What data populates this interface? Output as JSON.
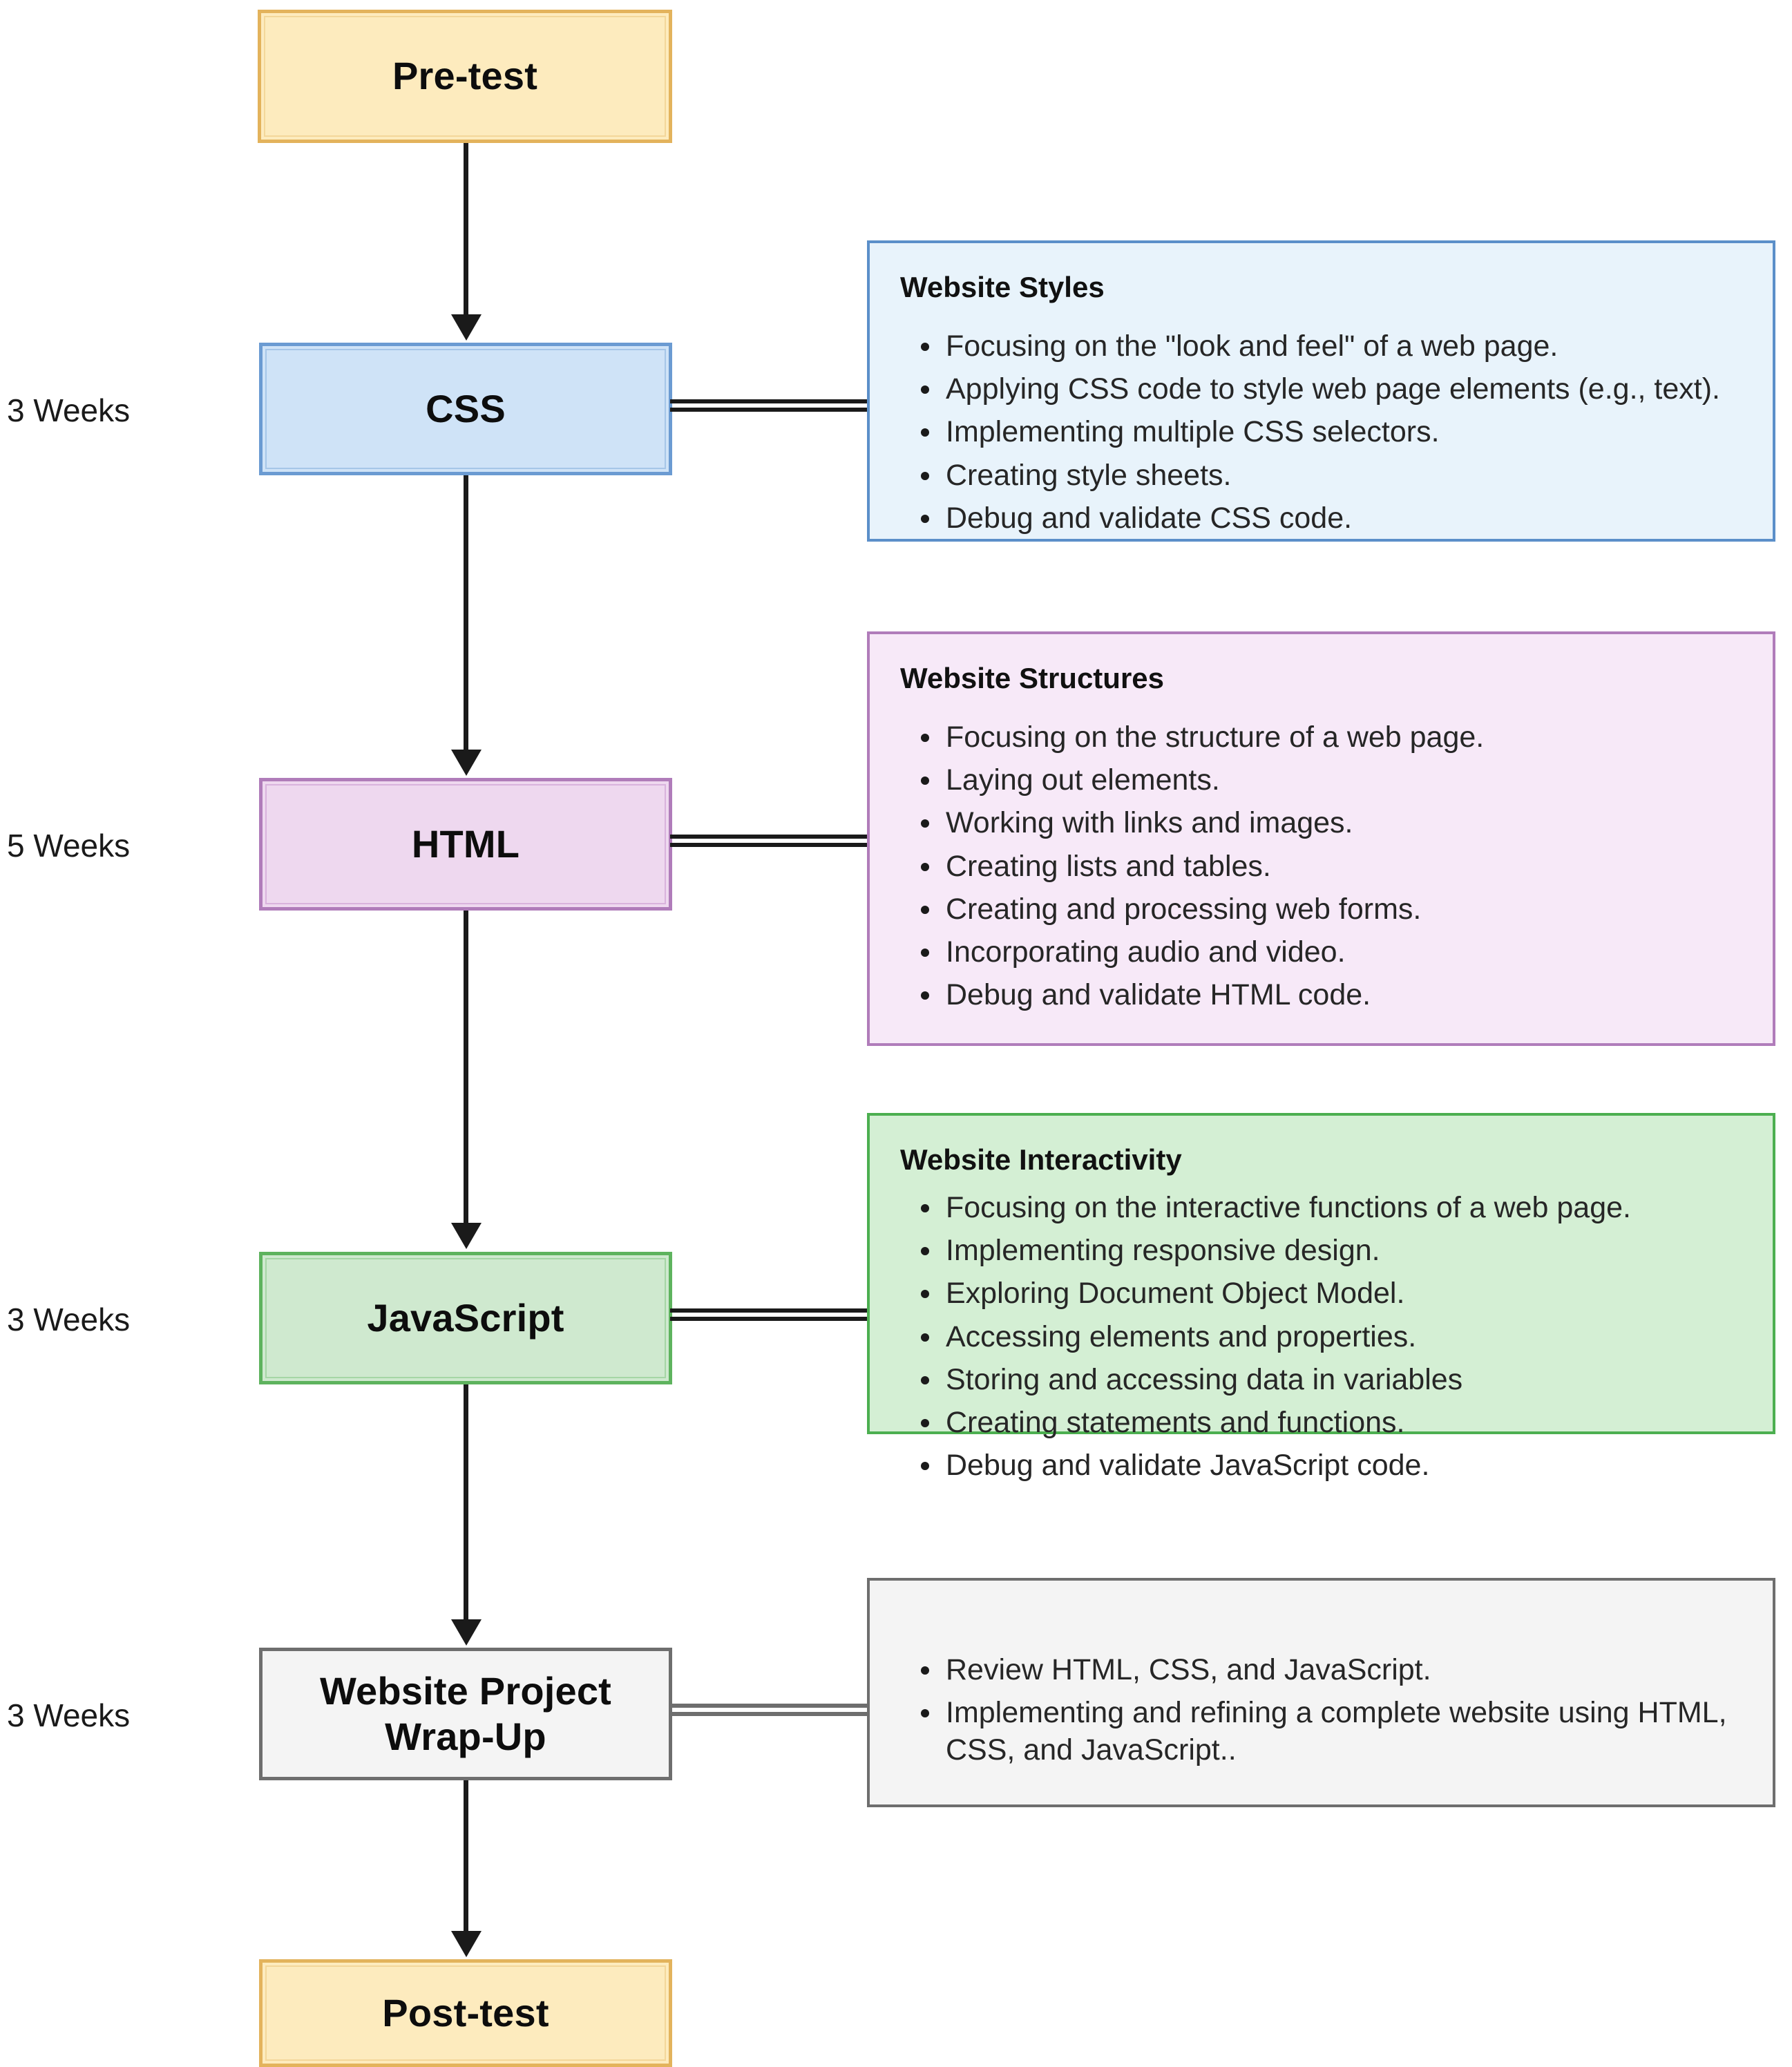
{
  "diagram": {
    "title": "Web Development Curriculum Flow",
    "colors": {
      "pretest_fill": "#fdebbe",
      "pretest_border": "#e3b35c",
      "css_fill": "#cfe3f7",
      "css_border": "#6b9bd2",
      "html_fill": "#eed8ef",
      "html_border": "#b07cba",
      "js_fill": "#cfe9cf",
      "js_border": "#4caf50",
      "wrap_fill": "#f4f4f4",
      "wrap_border": "#6e6e6e",
      "callout_blue_fill": "#e8f3fb",
      "callout_purple_fill": "#f7e9f8",
      "callout_green_fill": "#d4efd4",
      "callout_gray_fill": "#f4f4f4"
    }
  },
  "nodes": [
    {
      "id": "pretest",
      "label": "Pre-test"
    },
    {
      "id": "css",
      "label": "CSS"
    },
    {
      "id": "html",
      "label": "HTML"
    },
    {
      "id": "js",
      "label": "JavaScript"
    },
    {
      "id": "wrapup",
      "label_line1": "Website Project",
      "label_line2": "Wrap-Up"
    },
    {
      "id": "posttest",
      "label": "Post-test"
    }
  ],
  "durations": [
    {
      "for": "css",
      "label": "3 Weeks"
    },
    {
      "for": "html",
      "label": "5 Weeks"
    },
    {
      "for": "js",
      "label": "3 Weeks"
    },
    {
      "for": "wrapup",
      "label": "3 Weeks"
    }
  ],
  "callouts": [
    {
      "id": "css-callout",
      "title": "Website Styles",
      "items": [
        "Focusing on the \"look and feel\" of a web page.",
        "Applying CSS code to style web page elements (e.g., text).",
        "Implementing multiple CSS selectors.",
        "Creating style sheets.",
        "Debug and validate CSS code."
      ]
    },
    {
      "id": "html-callout",
      "title": "Website Structures",
      "items": [
        "Focusing on the structure of a web page.",
        "Laying out elements.",
        "Working with links and images.",
        "Creating lists and tables.",
        "Creating and processing web forms.",
        "Incorporating audio and video.",
        "Debug and validate HTML code."
      ]
    },
    {
      "id": "js-callout",
      "title": "Website Interactivity",
      "items": [
        "Focusing on the interactive functions of a web page.",
        "Implementing responsive design.",
        "Exploring Document Object Model.",
        "Accessing elements and properties.",
        "Storing and accessing data in variables",
        "Creating statements and functions.",
        "Debug and validate JavaScript code."
      ]
    },
    {
      "id": "wrapup-callout",
      "title": "",
      "items": [
        "Review HTML, CSS, and JavaScript.",
        "Implementing and refining a complete website using HTML, CSS, and JavaScript.."
      ]
    }
  ]
}
